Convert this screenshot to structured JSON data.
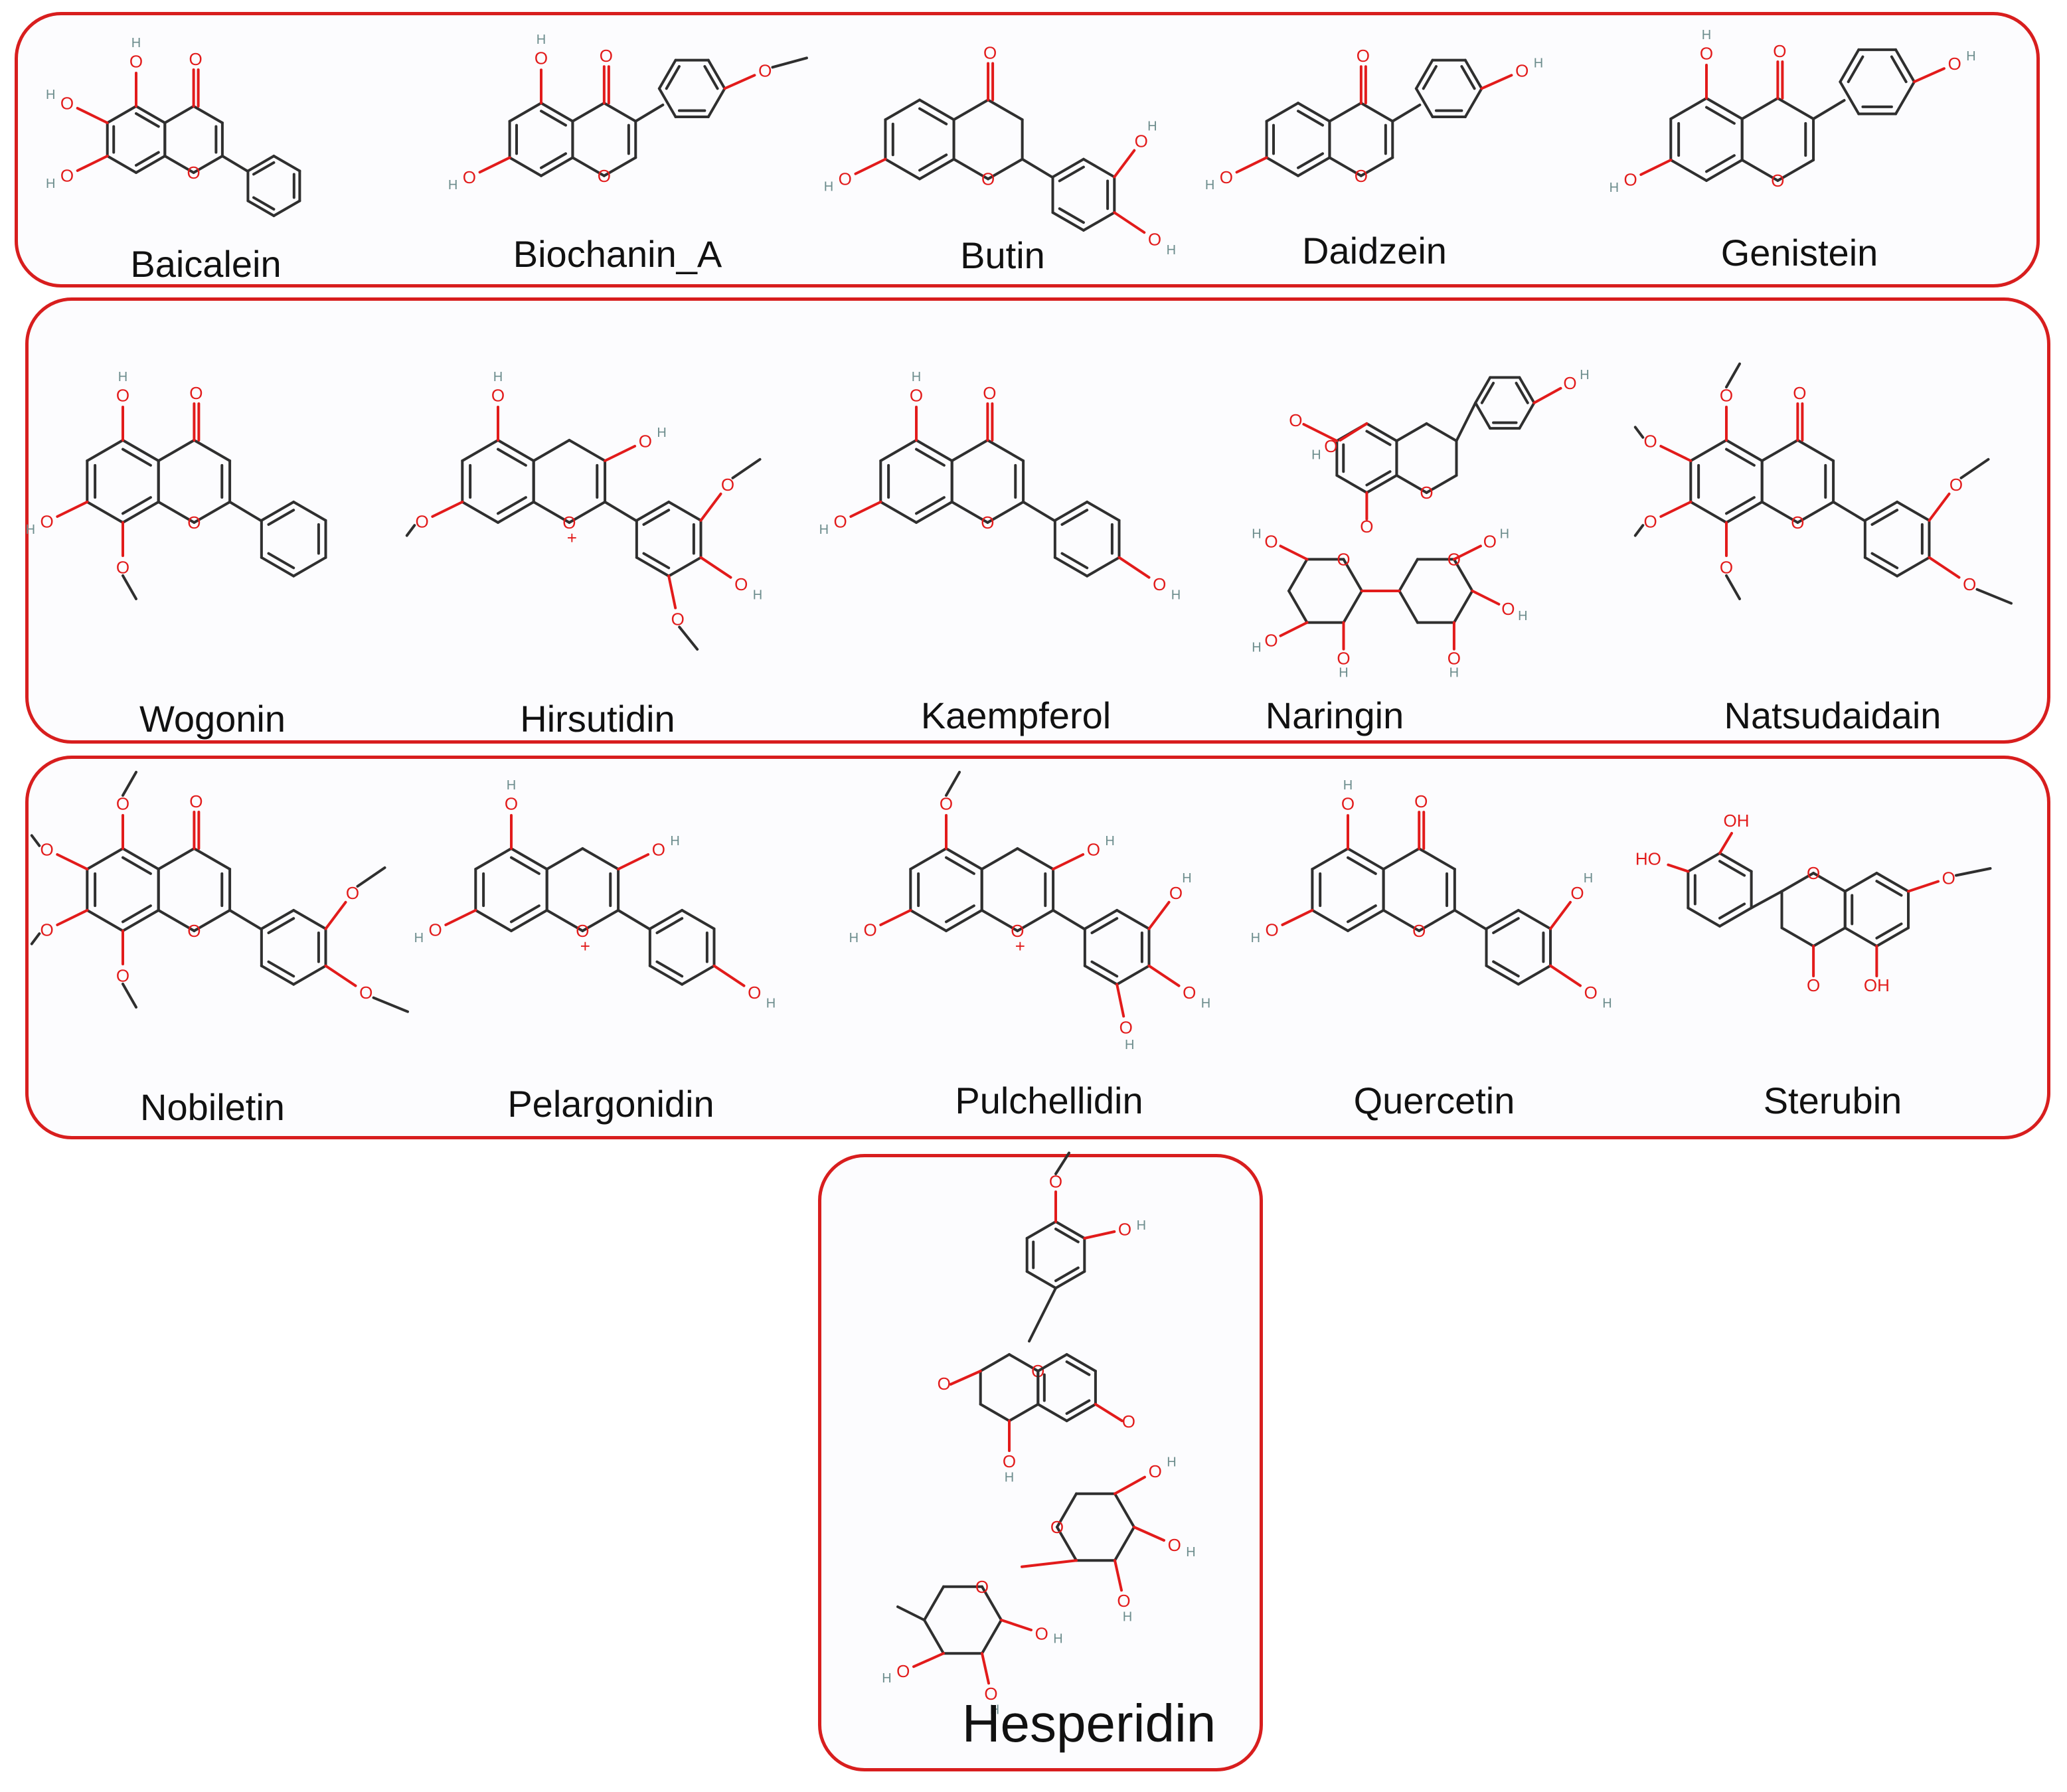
{
  "colors": {
    "frame": "#d81e1e",
    "bond": "#2f2f2f",
    "oxygen": "#e21b1b",
    "hydrogen": "#6d8d8d"
  },
  "groups": [
    {
      "name": "group-1",
      "compounds": [
        "Baicalein",
        "Biochanin_A",
        "Butin",
        "Daidzein",
        "Genistein"
      ]
    },
    {
      "name": "group-2",
      "compounds": [
        "Wogonin",
        "Hirsutidin",
        "Kaempferol",
        "Naringin",
        "Natsudaidain"
      ]
    },
    {
      "name": "group-3",
      "compounds": [
        "Nobiletin",
        "Pelargonidin",
        "Pulchellidin",
        "Quercetin",
        "Sterubin"
      ]
    },
    {
      "name": "group-4",
      "compounds": [
        "Hesperidin"
      ]
    }
  ]
}
